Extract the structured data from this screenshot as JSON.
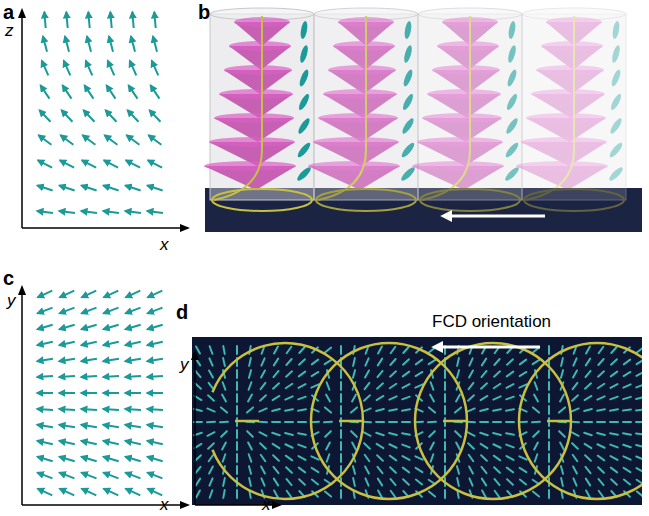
{
  "diagram": {
    "labels": [
      "a",
      "b",
      "z",
      "x",
      "c",
      "d",
      "FCD orientation",
      "y",
      "y",
      "x",
      "x"
    ]
  }
}
